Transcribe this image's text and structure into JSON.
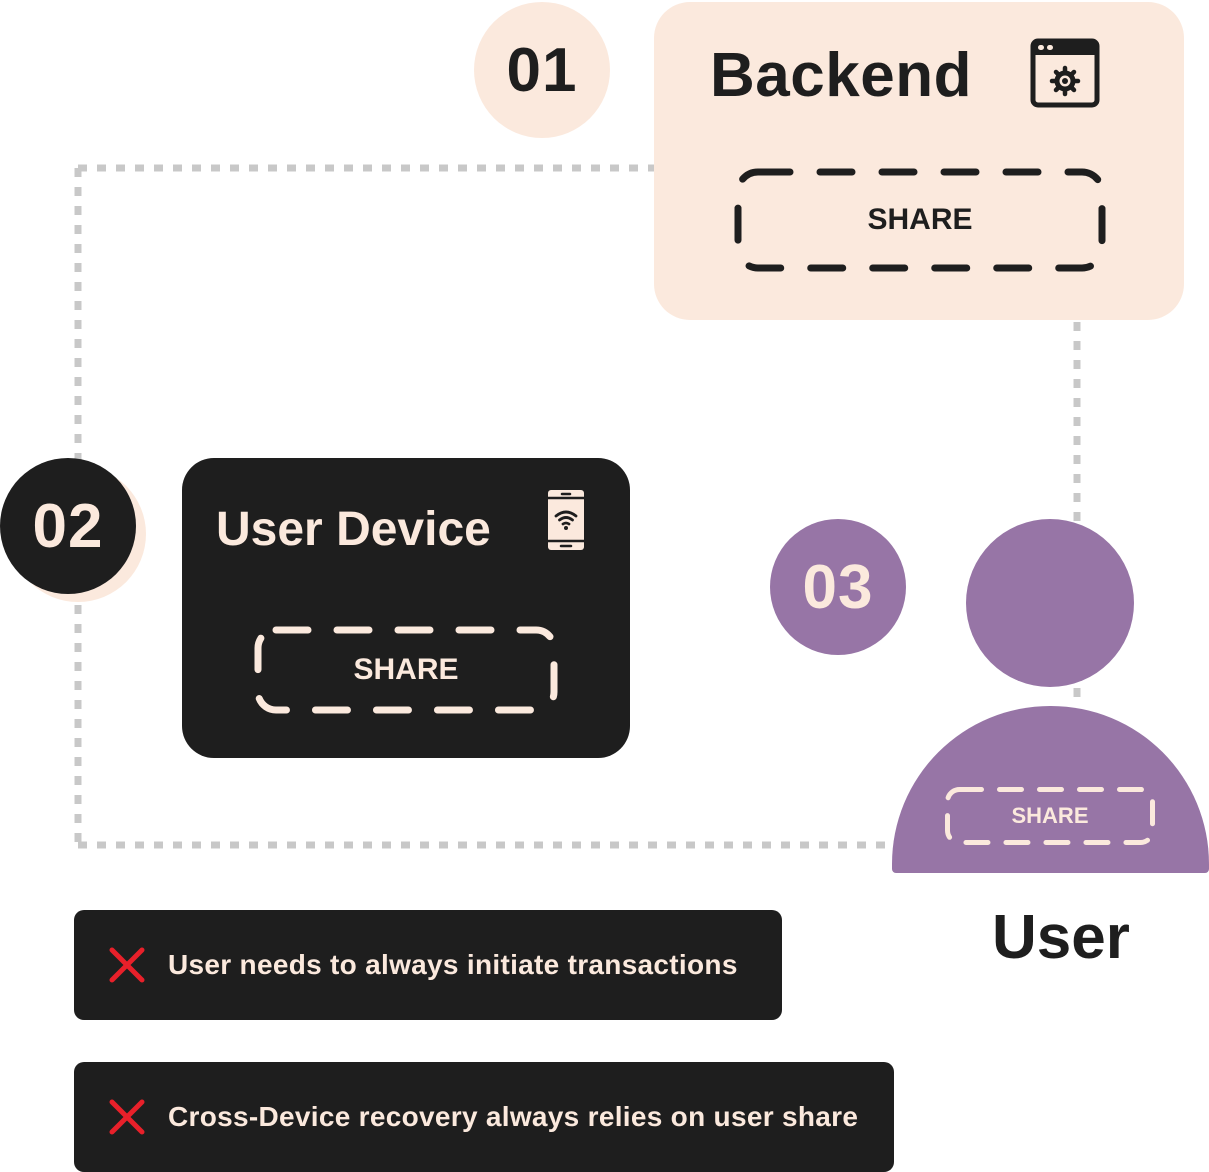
{
  "colors": {
    "dark": "#1e1e1e",
    "peach": "#fbe9dd",
    "purple": "#9775a6",
    "dotted_line": "#c8c8c8",
    "cross_red": "#e8202a"
  },
  "steps": {
    "backend": {
      "number": "01",
      "title": "Backend",
      "icon": "browser-settings-icon",
      "share_label": "SHARE"
    },
    "device": {
      "number": "02",
      "title": "User Device",
      "icon": "smartphone-wifi-icon",
      "share_label": "SHARE"
    },
    "user": {
      "number": "03",
      "title": "User",
      "icon": "person-icon",
      "share_label": "SHARE"
    }
  },
  "drawbacks": [
    {
      "icon": "cross-icon",
      "text": "User needs to always initiate transactions"
    },
    {
      "icon": "cross-icon",
      "text": "Cross-Device recovery always relies on user share"
    }
  ]
}
